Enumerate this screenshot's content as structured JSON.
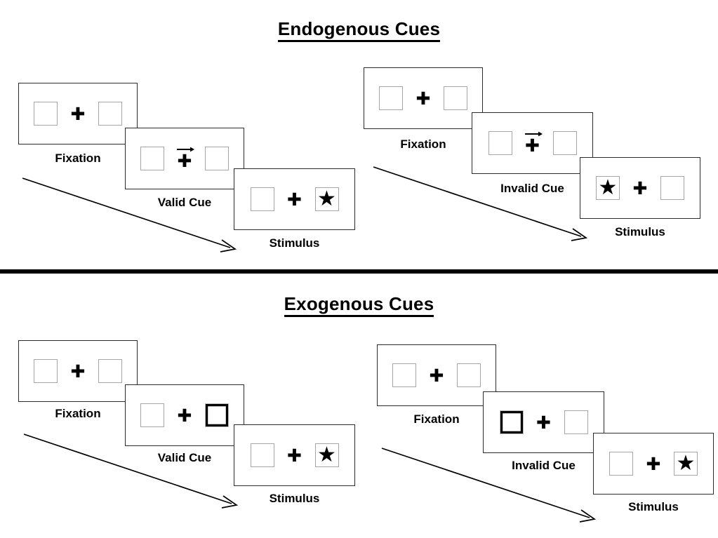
{
  "figure": {
    "sections": [
      {
        "id": "endogenous",
        "title": "Endogenous Cues",
        "groups": [
          {
            "id": "endogenous-valid",
            "frames": [
              {
                "caption": "Fixation",
                "left_content": "empty",
                "right_content": "empty",
                "cue": "none",
                "cue_arrow": ""
              },
              {
                "caption": "Valid Cue",
                "left_content": "empty",
                "right_content": "empty",
                "cue": "arrow-right",
                "cue_arrow": "→"
              },
              {
                "caption": "Stimulus",
                "left_content": "empty",
                "right_content": "star",
                "cue": "none",
                "cue_arrow": ""
              }
            ]
          },
          {
            "id": "endogenous-invalid",
            "frames": [
              {
                "caption": "Fixation",
                "left_content": "empty",
                "right_content": "empty",
                "cue": "none",
                "cue_arrow": ""
              },
              {
                "caption": "Invalid Cue",
                "left_content": "empty",
                "right_content": "empty",
                "cue": "arrow-right",
                "cue_arrow": "→"
              },
              {
                "caption": "Stimulus",
                "left_content": "star",
                "right_content": "empty",
                "cue": "none",
                "cue_arrow": ""
              }
            ]
          }
        ]
      },
      {
        "id": "exogenous",
        "title": "Exogenous Cues",
        "groups": [
          {
            "id": "exogenous-valid",
            "frames": [
              {
                "caption": "Fixation",
                "left_content": "empty",
                "right_content": "empty",
                "cue": "none",
                "cue_arrow": ""
              },
              {
                "caption": "Valid Cue",
                "left_content": "empty",
                "right_content": "cued-box",
                "cue": "none",
                "cue_arrow": ""
              },
              {
                "caption": "Stimulus",
                "left_content": "empty",
                "right_content": "star",
                "cue": "none",
                "cue_arrow": ""
              }
            ]
          },
          {
            "id": "exogenous-invalid",
            "frames": [
              {
                "caption": "Fixation",
                "left_content": "empty",
                "right_content": "empty",
                "cue": "none",
                "cue_arrow": ""
              },
              {
                "caption": "Invalid Cue",
                "left_content": "cued-box",
                "right_content": "empty",
                "cue": "none",
                "cue_arrow": ""
              },
              {
                "caption": "Stimulus",
                "left_content": "empty",
                "right_content": "star",
                "cue": "none",
                "cue_arrow": ""
              }
            ]
          }
        ]
      }
    ],
    "glyphs": {
      "fixation_cross": "✚",
      "target_star": "★"
    },
    "colors": {
      "ink": "#000000",
      "panel_border": "#2b2b2b",
      "box_border": "#a6a6a6",
      "background": "#ffffff"
    }
  }
}
